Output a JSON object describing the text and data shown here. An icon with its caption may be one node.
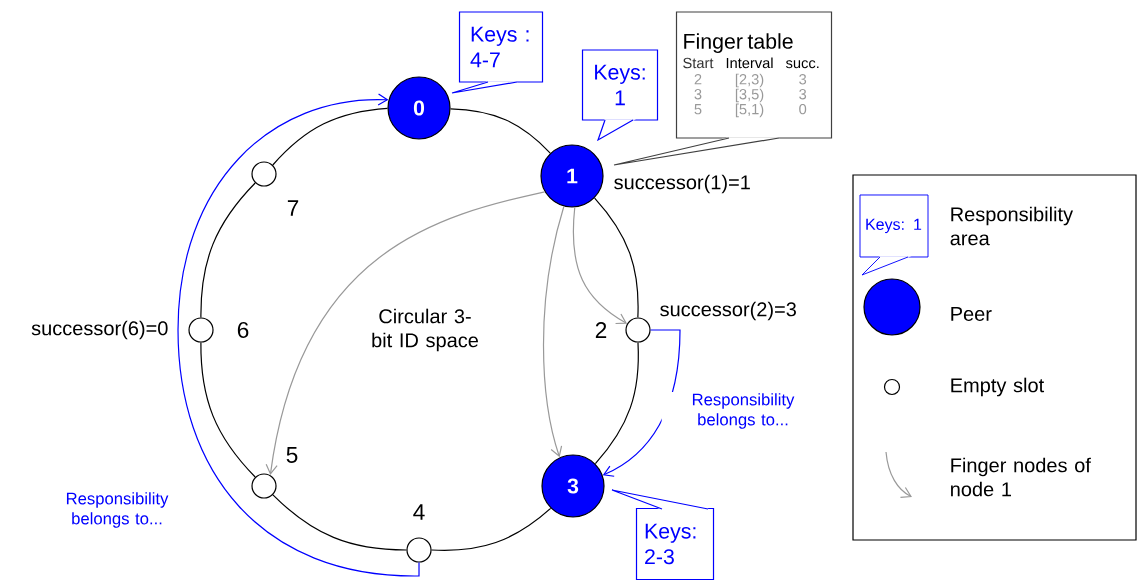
{
  "diagram": {
    "nodes": [
      {
        "text": [
          "0"
        ]
      },
      {
        "text": [
          "1"
        ],
        "beside": [
          "successor(1)=1"
        ]
      },
      {
        "text": [],
        "shape": "circle",
        "beside": [
          "2",
          "successor(2)=3"
        ]
      },
      {
        "text": [
          "3"
        ]
      },
      {
        "text": [],
        "shape": "circle",
        "beside": [
          "4"
        ]
      },
      {
        "text": [],
        "shape": "circle",
        "beside": [
          "5"
        ]
      },
      {
        "text": [],
        "shape": "circle",
        "beside": [
          "6",
          "successor(6)=0"
        ]
      },
      {
        "text": [],
        "shape": "circle",
        "beside": [
          "7"
        ]
      },
      {
        "text": [
          "Keys : 4-7"
        ]
      },
      {
        "text": [
          "Keys: 1"
        ]
      },
      {
        "text": [
          "Finger table",
          "Start",
          "Interval",
          "succ.",
          "2",
          "[2,3)",
          "3",
          "3",
          "[3,5)",
          "3",
          "5",
          "[5,1)",
          "0"
        ]
      },
      {
        "text": [
          "Keys: 2-3"
        ]
      }
    ],
    "edges": [
      {
        "from": 0,
        "to": 1,
        "arrow": "none"
      },
      {
        "from": 1,
        "to": 2,
        "arrow": "none"
      },
      {
        "from": 2,
        "to": 3,
        "arrow": "none"
      },
      {
        "from": 3,
        "to": 4,
        "arrow": "none"
      },
      {
        "from": 4,
        "to": 5,
        "arrow": "none"
      },
      {
        "from": 5,
        "to": 6,
        "arrow": "none"
      },
      {
        "from": 6,
        "to": 7,
        "arrow": "none"
      },
      {
        "from": 7,
        "to": 0,
        "arrow": "none"
      },
      {
        "from": 1,
        "to": 2,
        "arrow": "to",
        "color": "#999999"
      },
      {
        "from": 1,
        "to": 3,
        "arrow": "to",
        "color": "#999999"
      },
      {
        "from": 1,
        "to": 5,
        "arrow": "to",
        "color": "#999999"
      },
      {
        "from": 2,
        "to": 3,
        "arrow": "to",
        "color": "#0000ff",
        "label": "Responsibility belongs to..."
      },
      {
        "from": 4,
        "to": 0,
        "arrow": "to",
        "color": "#0000ff",
        "label": "Responsibility belongs to..."
      }
    ],
    "labels": [
      "Circular 3-bit ID space",
      "Keys: 1"
    ],
    "legend": [
      {
        "text": "Responsibility area"
      },
      {
        "text": "Peer"
      },
      {
        "text": "Empty slot"
      },
      {
        "text": "Finger nodes of node 1"
      }
    ]
  }
}
